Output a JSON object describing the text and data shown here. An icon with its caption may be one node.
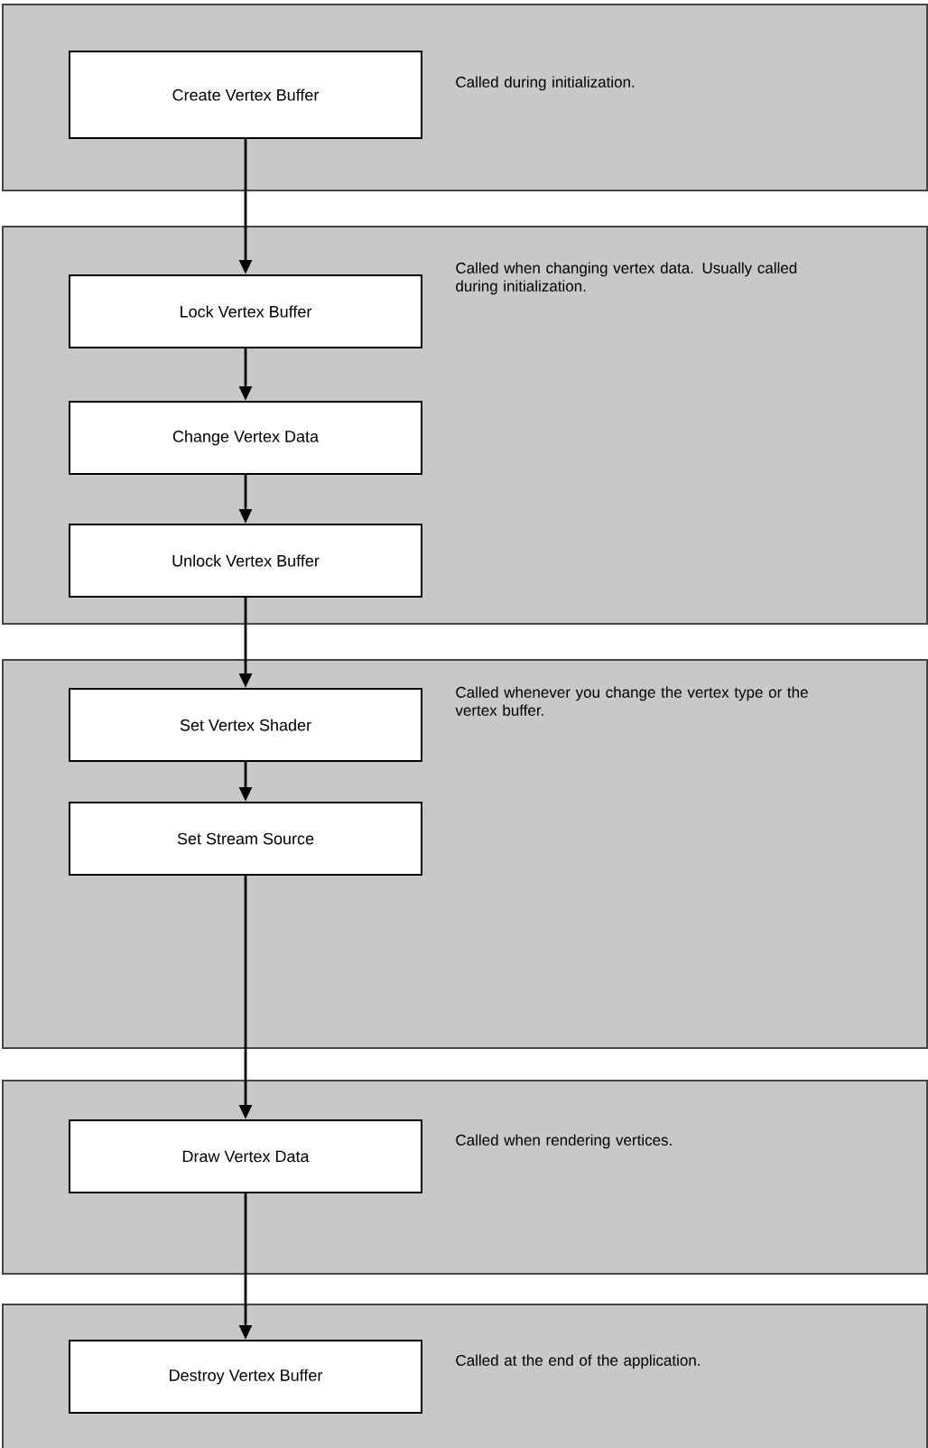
{
  "diagram": {
    "nodes": [
      {
        "text": [
          "Called during initialization."
        ]
      },
      {
        "text": [
          "Create Vertex Buffer"
        ],
        "in": 0
      },
      {
        "text": [
          "Called when changing vertex data. Usually called during initialization."
        ]
      },
      {
        "text": [
          "Lock Vertex Buffer"
        ],
        "in": 2
      },
      {
        "text": [
          "Change Vertex Data"
        ],
        "in": 2
      },
      {
        "text": [
          "Unlock Vertex Buffer"
        ],
        "in": 2
      },
      {
        "text": [
          "Called whenever you change the vertex type or the vertex buffer."
        ]
      },
      {
        "text": [
          "Set Vertex Shader"
        ],
        "in": 6
      },
      {
        "text": [
          "Set Stream Source"
        ],
        "in": 6
      },
      {
        "text": [
          "Called when rendering vertices."
        ]
      },
      {
        "text": [
          "Draw Vertex Data"
        ],
        "in": 9
      },
      {
        "text": [
          "Called at the end of the application."
        ]
      },
      {
        "text": [
          "Destroy Vertex Buffer"
        ],
        "in": 11
      }
    ],
    "edges": [
      {
        "from": 1,
        "to": 3,
        "arrow": "to"
      },
      {
        "from": 3,
        "to": 4,
        "arrow": "to"
      },
      {
        "from": 4,
        "to": 5,
        "arrow": "to"
      },
      {
        "from": 5,
        "to": 7,
        "arrow": "to"
      },
      {
        "from": 7,
        "to": 8,
        "arrow": "to"
      },
      {
        "from": 8,
        "to": 10,
        "arrow": "to"
      },
      {
        "from": 10,
        "to": 12,
        "arrow": "to"
      }
    ]
  }
}
